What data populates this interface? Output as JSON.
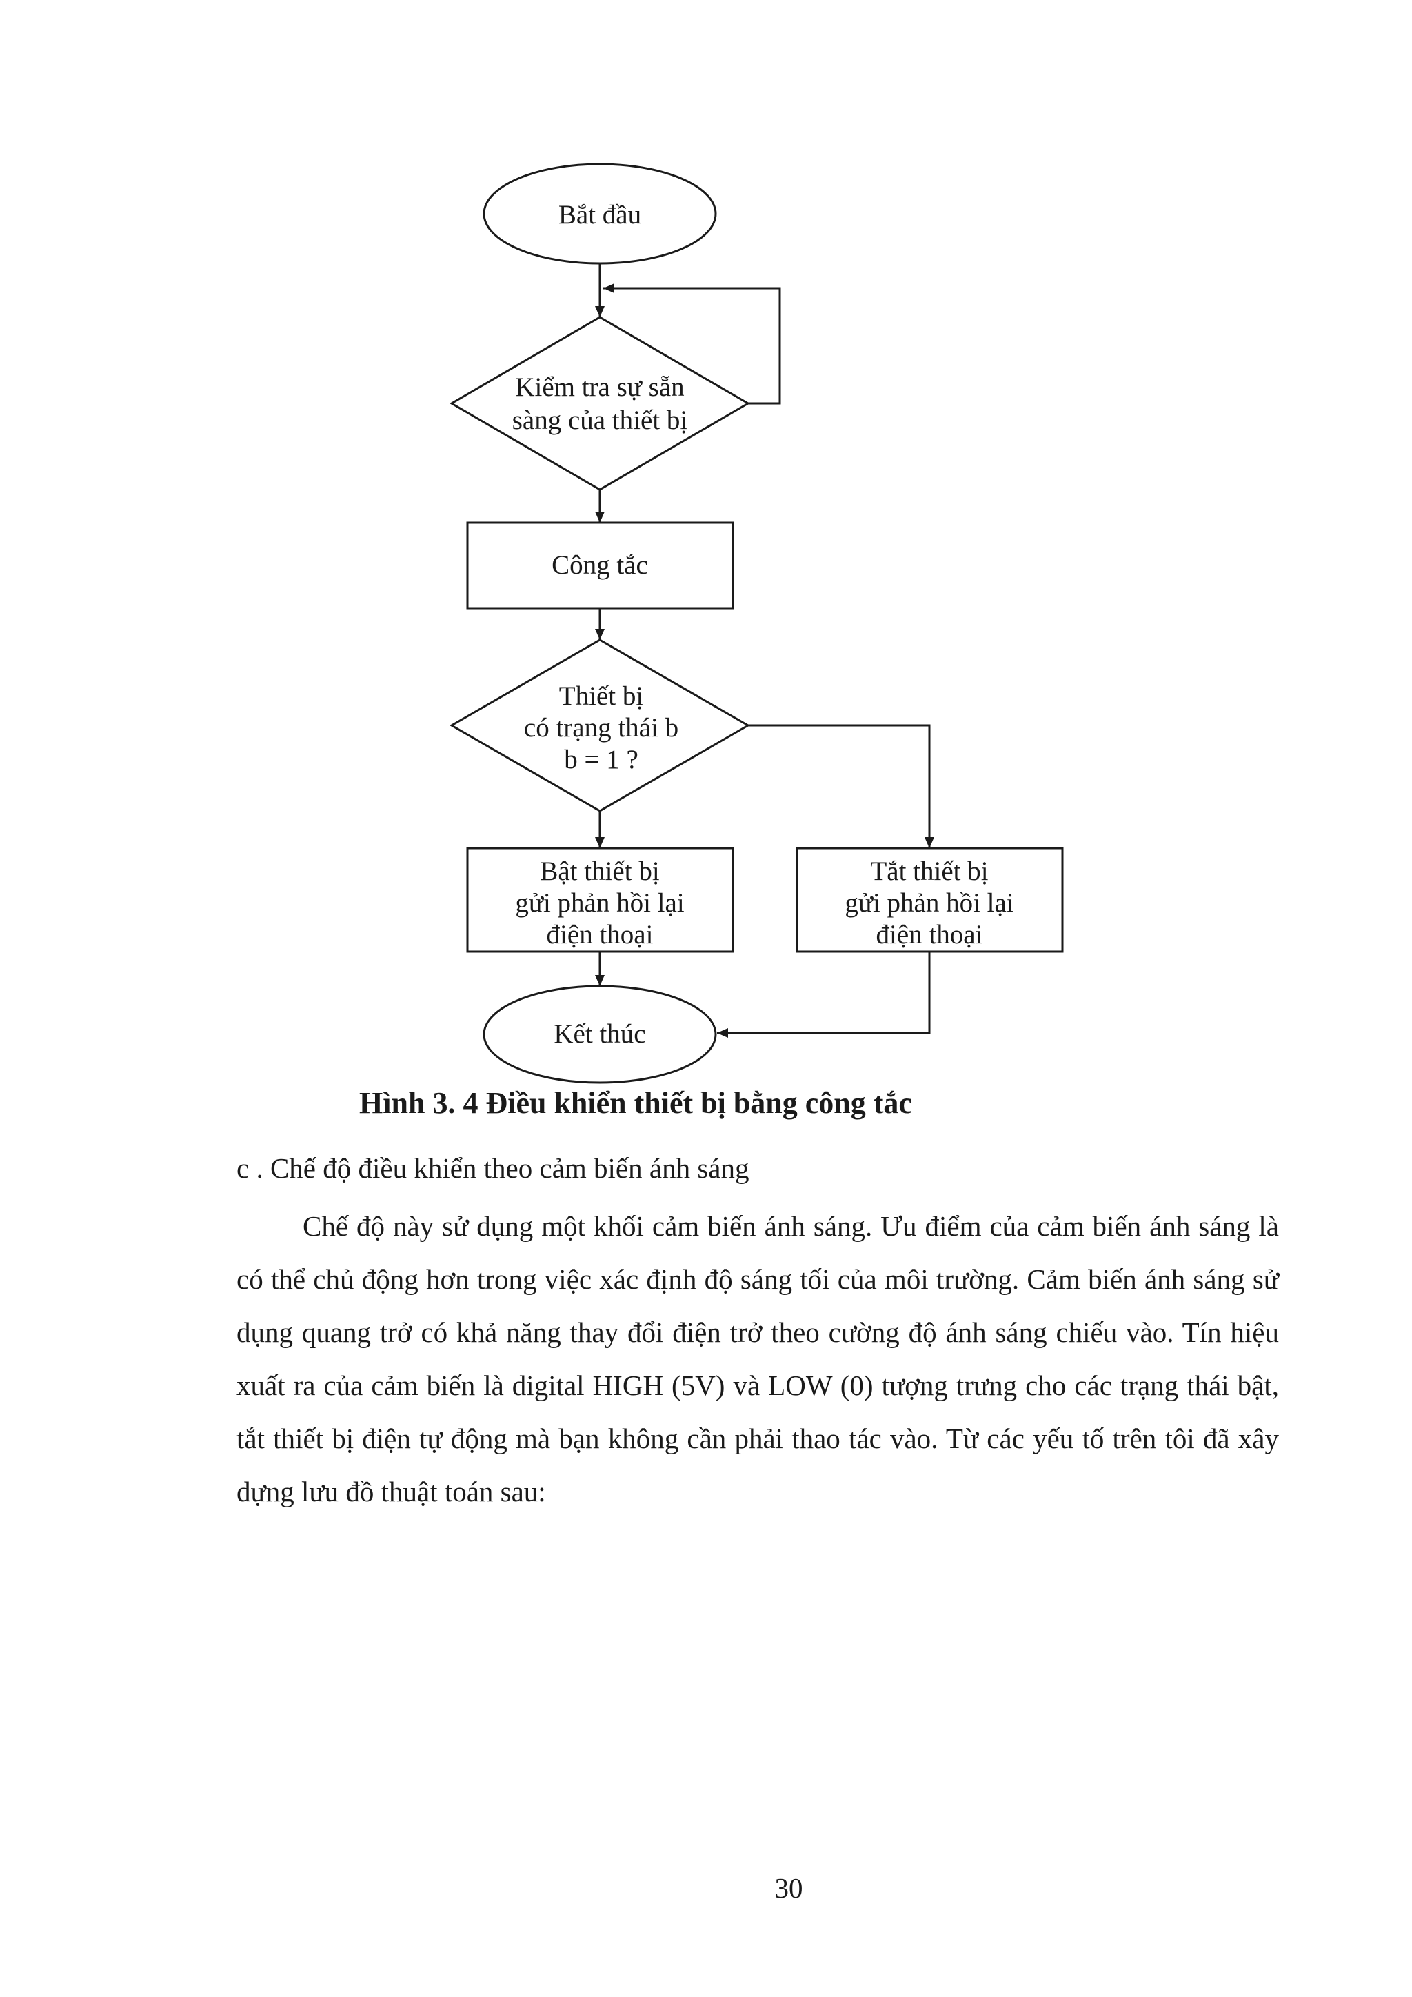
{
  "flowchart": {
    "start": "Bắt đầu",
    "check_lines": [
      "Kiểm tra sự sẵn",
      "sàng của thiết bị"
    ],
    "switch": "Công tắc",
    "decision_lines": [
      "Thiết bị",
      "có trạng thái b",
      "b = 1 ?"
    ],
    "on_lines": [
      "Bật thiết bị",
      "gửi phản hồi lại",
      "điện thoại"
    ],
    "off_lines": [
      "Tắt thiết bị",
      "gửi phản hồi lại",
      "điện thoại"
    ],
    "end": "Kết thúc"
  },
  "caption": "Hình 3. 4 Điều khiển thiết bị bằng công tắc",
  "section_heading": "c . Chế độ điều khiển theo cảm biến ánh sáng",
  "paragraph": "Chế độ này sử dụng một khối cảm biến ánh sáng. Ưu điểm của cảm biến ánh sáng là có thể chủ động hơn trong việc xác định độ sáng tối của môi trường. Cảm biến ánh sáng sử dụng quang trở có khả năng thay đổi điện trở theo cường độ ánh sáng chiếu vào. Tín hiệu xuất ra của cảm biến là digital HIGH (5V) và LOW (0) tượng trưng cho các trạng thái bật, tắt thiết bị điện tự động mà bạn không cần phải thao tác vào. Từ các yếu tố trên tôi đã xây dựng lưu đồ thuật toán sau:",
  "page_number": "30"
}
